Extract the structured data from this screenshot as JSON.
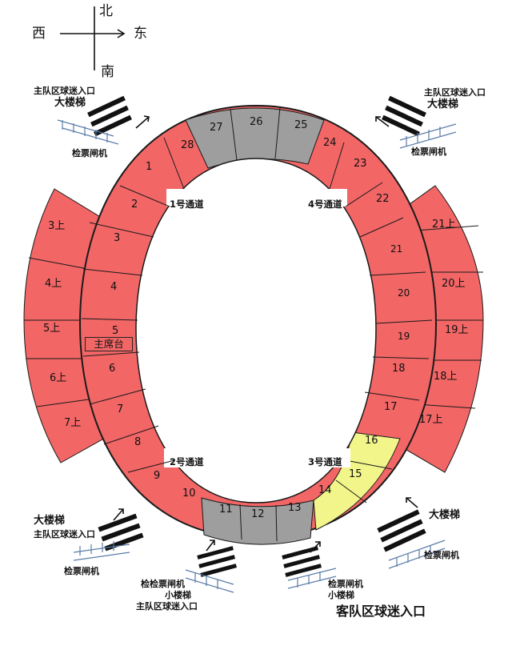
{
  "compass": {
    "north": "北",
    "east": "东",
    "south": "南",
    "west": "西"
  },
  "entrances": {
    "home_entrance": "主队区球迷入口",
    "away_entrance": "客队区球迷入口",
    "big_stairs": "大楼梯",
    "small_stairs": "小楼梯",
    "ticket_gate": "检票闸机",
    "ticket_gate_alt": "检检票闸机"
  },
  "tunnels": {
    "t1": "1号通道",
    "t2": "2号通道",
    "t3": "3号通道",
    "t4": "4号通道"
  },
  "main_stand_label": "主席台",
  "colors": {
    "home": "#f26666",
    "neutral": "#9e9e9e",
    "away": "#f1f58a",
    "outline": "#1a1a1a"
  },
  "sections": {
    "upper_west": [
      "3上",
      "4上",
      "5上",
      "6上",
      "7上"
    ],
    "upper_east": [
      "21上",
      "20上",
      "19上",
      "18上",
      "17上"
    ],
    "west_lower": [
      "2",
      "3",
      "4",
      "5",
      "6",
      "7",
      "8"
    ],
    "east_lower": [
      "22",
      "21",
      "20",
      "19",
      "18",
      "17"
    ],
    "north_end": [
      "28",
      "27",
      "26",
      "25",
      "24"
    ],
    "south_end": [
      "10",
      "11",
      "12",
      "13",
      "14"
    ],
    "corners": [
      "1",
      "9",
      "23",
      "16",
      "15"
    ],
    "grey_sections": [
      "27",
      "26",
      "25",
      "11",
      "12",
      "13"
    ],
    "away_sections": [
      "14",
      "15",
      "16"
    ]
  }
}
